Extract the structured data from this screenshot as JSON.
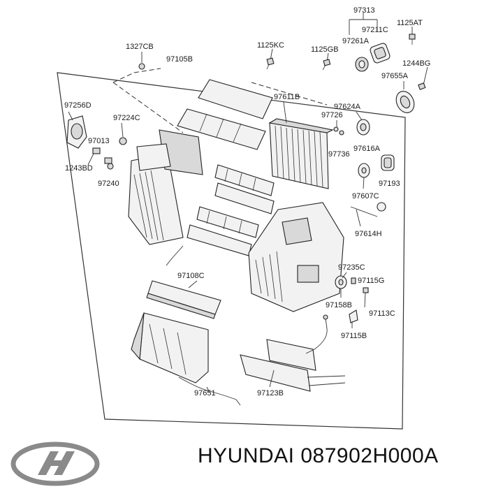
{
  "diagram": {
    "part_labels": {
      "p1327CB": "1327CB",
      "p97105B": "97105B",
      "p1125KC": "1125KC",
      "p1125GB": "1125GB",
      "p97313": "97313",
      "p97211C": "97211C",
      "p1125AT": "1125AT",
      "p97261A": "97261A",
      "p1244BG": "1244BG",
      "p97655A": "97655A",
      "p97256D": "97256D",
      "p97224C": "97224C",
      "p97611B": "97611B",
      "p97624A": "97624A",
      "p97726": "97726",
      "p97013": "97013",
      "p97736": "97736",
      "p97616A": "97616A",
      "p1243BD": "1243BD",
      "p97240": "97240",
      "p97193": "97193",
      "p97607C": "97607C",
      "p97614H": "97614H",
      "p97235C": "97235C",
      "p97108C": "97108C",
      "p97115G": "97115G",
      "p97158B": "97158B",
      "p97113C": "97113C",
      "p97115B": "97115B",
      "p97651": "97651",
      "p97123B": "97123B"
    }
  },
  "footer": {
    "brand_part_number": "HYUNDAI 087902H000A",
    "logo_icon": "hyundai-logo-icon"
  }
}
